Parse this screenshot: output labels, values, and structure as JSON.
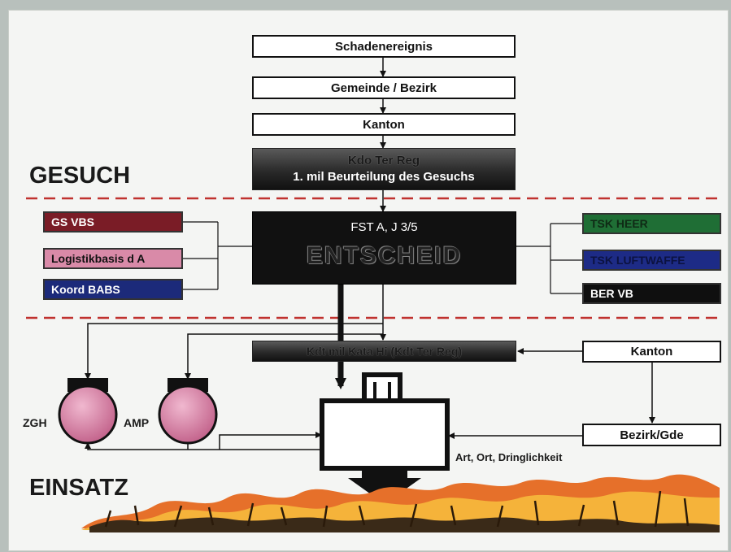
{
  "titles": {
    "gesuch": "GESUCH",
    "einsatz": "EINSATZ"
  },
  "flow": {
    "schadenereignis": "Schadenereignis",
    "gemeinde": "Gemeinde / Bezirk",
    "kanton_top": "Kanton",
    "kdo_line1": "Kdo Ter Reg",
    "kdo_line2": "1. mil Beurteilung des Gesuchs",
    "fst": "FST A, J 3/5",
    "entscheid": "ENTSCHEID",
    "kdt": "Kdt mil Kata Hi (Kdt Ter Reg)",
    "kanton_right": "Kanton",
    "bezirk": "Bezirk/Gde",
    "art_ort": "Art, Ort, Dringlichkeit",
    "zgh": "ZGH",
    "amp": "AMP"
  },
  "left_boxes": [
    {
      "label": "GS VBS",
      "color": "#7a1c26",
      "text_color": "#ffffff"
    },
    {
      "label": "Logistikbasis d A",
      "color": "#d98aa8",
      "text_color": "#111111"
    },
    {
      "label": "Koord BABS",
      "color": "#1c2a7a",
      "text_color": "#ffffff"
    }
  ],
  "right_boxes": [
    {
      "label": "TSK HEER",
      "color": "#1f6e35",
      "text_color": "#0f2a15"
    },
    {
      "label": "TSK LUFTWAFFE",
      "color": "#1d2b86",
      "text_color": "#0c1240"
    },
    {
      "label": "BER VB",
      "color": "#0f0f0f",
      "text_color": "#ffffff"
    }
  ],
  "colors": {
    "divider": "#c0322f",
    "pink": "#d98aa8"
  }
}
